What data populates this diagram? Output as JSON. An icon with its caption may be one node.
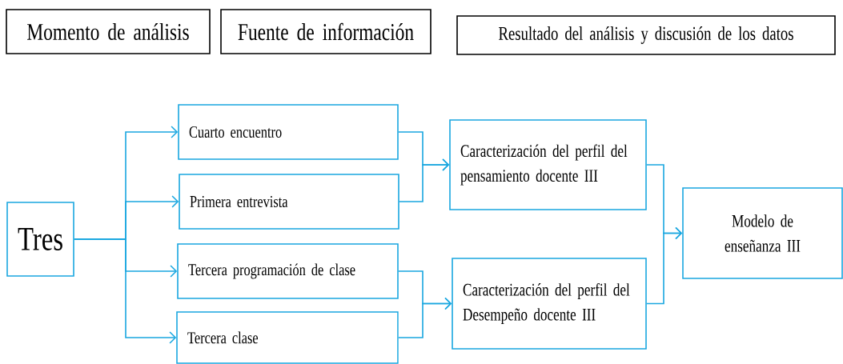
{
  "diagram": {
    "nodes": [
      {
        "text": [
          "Momento de análisis"
        ]
      },
      {
        "text": [
          "Fuente de información"
        ]
      },
      {
        "text": [
          "Resultado del análisis y discusión de los datos"
        ]
      },
      {
        "text": [
          "Tres"
        ]
      },
      {
        "text": [
          "Cuarto encuentro"
        ]
      },
      {
        "text": [
          "Primera entrevista"
        ]
      },
      {
        "text": [
          "Tercera programación de clase"
        ]
      },
      {
        "text": [
          "Tercera clase"
        ]
      },
      {
        "text": [
          "Caracterización del perfil del pensamiento docente III"
        ]
      },
      {
        "text": [
          "Caracterización del perfil del Desempeño docente III"
        ]
      },
      {
        "text": [
          "Modelo de enseñanza III"
        ]
      }
    ],
    "edges": [
      {
        "from": 3,
        "to": 4,
        "arrow": "to"
      },
      {
        "from": 3,
        "to": 5,
        "arrow": "to"
      },
      {
        "from": 3,
        "to": 6,
        "arrow": "to"
      },
      {
        "from": 3,
        "to": 7,
        "arrow": "to"
      },
      {
        "from": 4,
        "to": 8,
        "arrow": "to"
      },
      {
        "from": 5,
        "to": 8,
        "arrow": "to"
      },
      {
        "from": 6,
        "to": 9,
        "arrow": "to"
      },
      {
        "from": 7,
        "to": 9,
        "arrow": "to"
      },
      {
        "from": 8,
        "to": 10,
        "arrow": "to"
      },
      {
        "from": 9,
        "to": 10,
        "arrow": "to"
      }
    ]
  }
}
